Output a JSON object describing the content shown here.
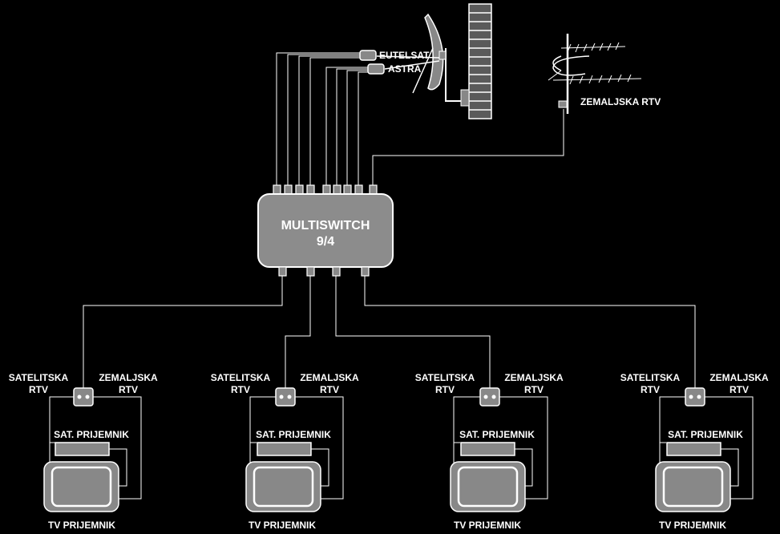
{
  "multiswitch": {
    "title": "MULTISWITCH",
    "ports": "9/4"
  },
  "satellites": {
    "eutelsat": "EUTELSAT",
    "astra": "ASTRA"
  },
  "terrestrial_antenna": {
    "label": "ZEMALJSKA RTV"
  },
  "outlets": [
    {
      "sat_label_1": "SATELITSKA",
      "sat_label_2": "RTV",
      "ter_label_1": "ZEMALJSKA",
      "ter_label_2": "RTV",
      "receiver": "SAT. PRIJEMNIK",
      "tv": "TV PRIJEMNIK"
    },
    {
      "sat_label_1": "SATELITSKA",
      "sat_label_2": "RTV",
      "ter_label_1": "ZEMALJSKA",
      "ter_label_2": "RTV",
      "receiver": "SAT. PRIJEMNIK",
      "tv": "TV PRIJEMNIK"
    },
    {
      "sat_label_1": "SATELITSKA",
      "sat_label_2": "RTV",
      "ter_label_1": "ZEMALJSKA",
      "ter_label_2": "RTV",
      "receiver": "SAT. PRIJEMNIK",
      "tv": "TV PRIJEMNIK"
    },
    {
      "sat_label_1": "SATELITSKA",
      "sat_label_2": "RTV",
      "ter_label_1": "ZEMALJSKA",
      "ter_label_2": "RTV",
      "receiver": "SAT. PRIJEMNIK",
      "tv": "TV PRIJEMNIK"
    }
  ],
  "colors": {
    "background": "#000000",
    "device": "#8c8c8c",
    "wire": "#ffffff"
  }
}
